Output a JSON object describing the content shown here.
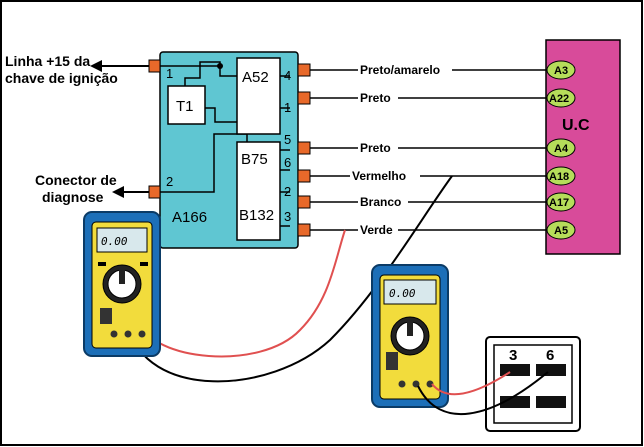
{
  "left_labels": {
    "ignition_line1": "Linha +15 da",
    "ignition_line2": "chave de ignição",
    "diag_line1": "Conector de",
    "diag_line2": "diagnose"
  },
  "module": {
    "name": "A166",
    "t1": "T1",
    "a52": "A52",
    "b75": "B75",
    "b132": "B132",
    "in_pins": [
      "1",
      "2"
    ],
    "out_pins": [
      "4",
      "1",
      "5",
      "6",
      "2",
      "3"
    ]
  },
  "wires": [
    "Preto/amarelo",
    "Preto",
    "Preto",
    "Vermelho",
    "Branco",
    "Verde"
  ],
  "ecu": {
    "title": "U.C",
    "pins": [
      "A3",
      "A22",
      "A4",
      "A18",
      "A17",
      "A5"
    ]
  },
  "meter1": {
    "display": "0.00"
  },
  "meter2": {
    "display": "0.00"
  },
  "plug": {
    "pin_a": "3",
    "pin_b": "6"
  },
  "colors": {
    "module": "#5fc6d2",
    "ecu": "#d84b9a",
    "ecu_pin": "#b6dd5a",
    "connector": "#e8692a",
    "meter_body": "#1c6fb8",
    "meter_face": "#f2dc3c",
    "probe_red": "#e05050"
  }
}
